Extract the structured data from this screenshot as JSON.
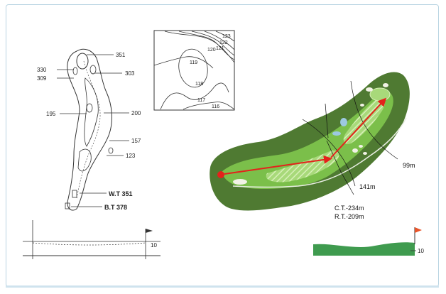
{
  "hole_sketch": {
    "distance_labels": [
      "351",
      "330",
      "309",
      "303",
      "195",
      "200",
      "157",
      "123"
    ],
    "wt_label": "W.T 351",
    "bt_label": "B.T 378"
  },
  "contour_map": {
    "labels": [
      "123",
      "122",
      "121",
      "120",
      "119",
      "118",
      "117",
      "116"
    ]
  },
  "aerial_view": {
    "distance_99": "99m",
    "distance_141": "141m",
    "ct_label": "C.T.-234m",
    "rt_label": "R.T.-209m",
    "colors": {
      "fairway": "#7bbf4a",
      "rough": "#4f7a32",
      "arrow": "#e4221b"
    }
  },
  "elevation_left": {
    "label": "10"
  },
  "elevation_right": {
    "label": "10",
    "colors": {
      "ground": "#3f9b4f",
      "flag": "#e8542a"
    }
  }
}
